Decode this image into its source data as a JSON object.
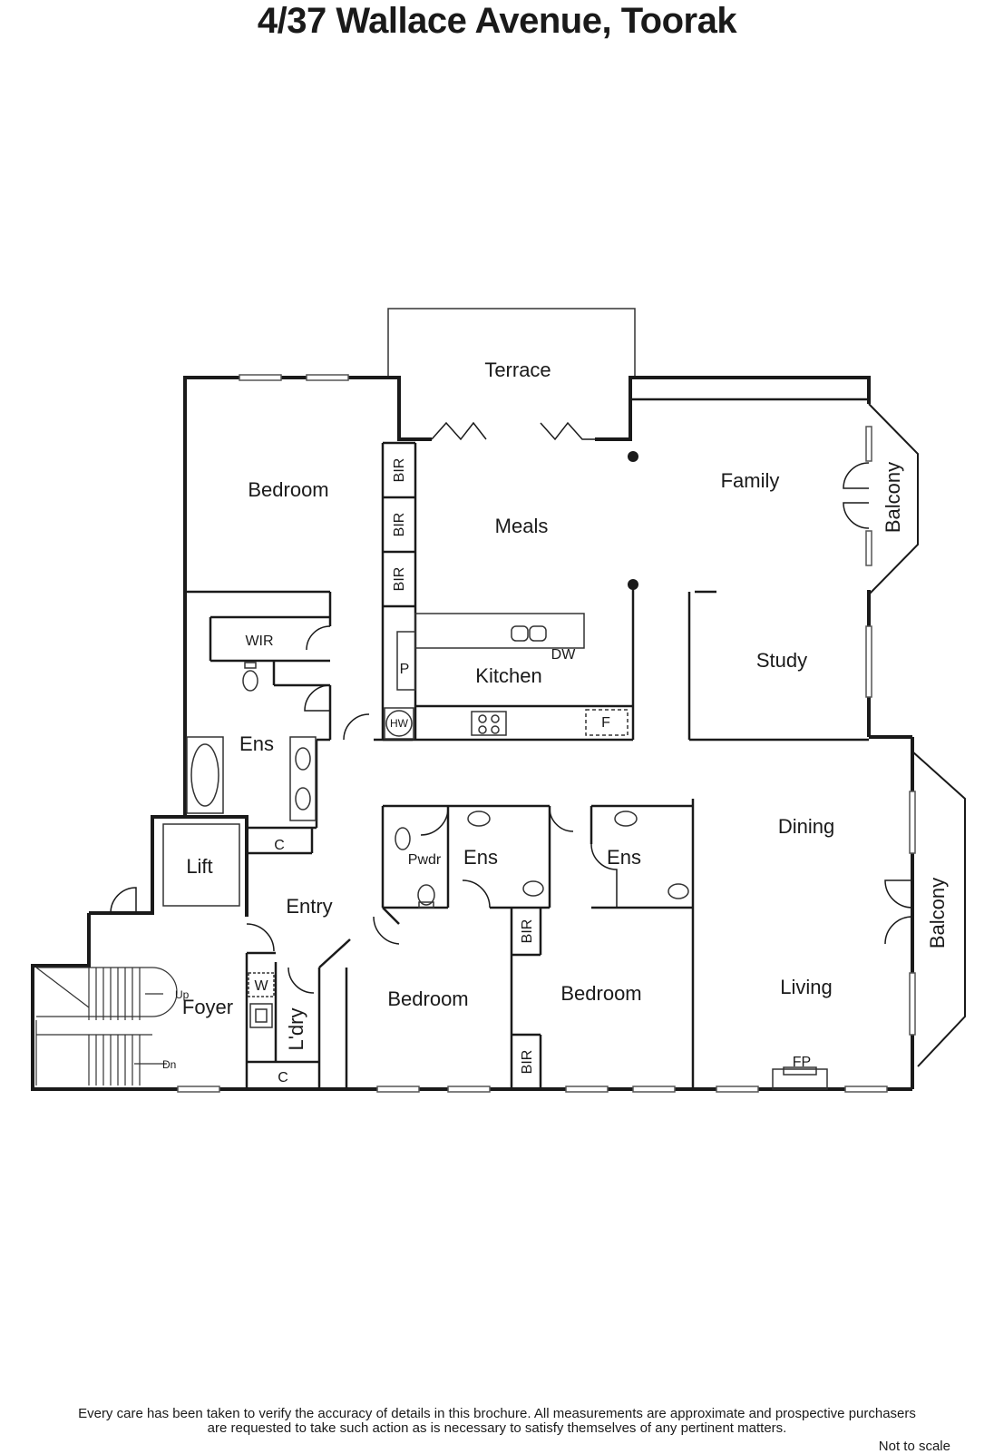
{
  "title": "4/37 Wallace Avenue, Toorak",
  "rooms": {
    "terrace": "Terrace",
    "bedroom_main": "Bedroom",
    "meals": "Meals",
    "family": "Family",
    "balcony_top": "Balcony",
    "wir": "WIR",
    "kitchen": "Kitchen",
    "dw": "DW",
    "study": "Study",
    "pantry": "P",
    "hw": "HW",
    "fridge": "F",
    "ens_main": "Ens",
    "bir_1": "BIR",
    "bir_2": "BIR",
    "bir_3": "BIR",
    "lift": "Lift",
    "cupboard_1": "C",
    "pwdr": "Pwdr",
    "ens_2": "Ens",
    "ens_3": "Ens",
    "dining": "Dining",
    "balcony_right": "Balcony",
    "entry": "Entry",
    "foyer": "Foyer",
    "up": "Up",
    "dn": "Dn",
    "washer": "W",
    "laundry": "L'dry",
    "cupboard_2": "C",
    "bedroom_2": "Bedroom",
    "bedroom_3": "Bedroom",
    "bir_4": "BIR",
    "bir_5": "BIR",
    "living": "Living",
    "fp": "FP"
  },
  "disclaimer_line1": "Every care has been taken to verify the accuracy of details in this brochure.  All measurements are approximate and prospective purchasers",
  "disclaimer_line2": "are requested to take such action as is necessary to satisfy themselves of any pertinent matters.",
  "not_to_scale": "Not to scale"
}
